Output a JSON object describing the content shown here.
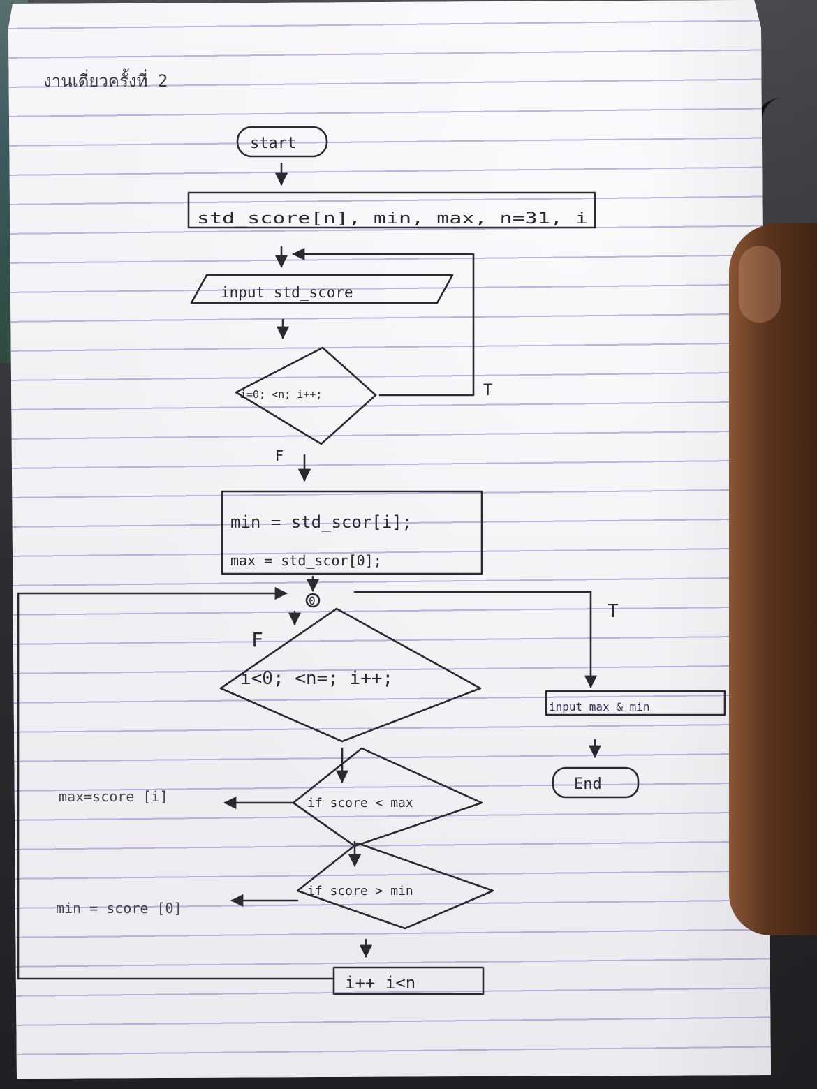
{
  "header": {
    "title": "งานเดี่ยวครั้งที่ 2"
  },
  "flowchart": {
    "start": "start",
    "declare": "std_score[n], min, max, n=31, i",
    "input": "input std_score",
    "loop1": "i=0; <n; i++;",
    "loop1_true": "T",
    "loop1_false": "F",
    "init_min": "min = std_scor[i];",
    "init_max": "max = std_scor[0];",
    "connector": "0",
    "loop2": "i<0; <n=; i++;",
    "loop2_false": "F",
    "loop2_true": "T",
    "cond_max": "if score < max",
    "assign_max": "max=score [i]",
    "cond_min": "if score > min",
    "assign_min": "min = score [0]",
    "increment": "i++ i<n",
    "output": "input max & min",
    "end": "End"
  }
}
